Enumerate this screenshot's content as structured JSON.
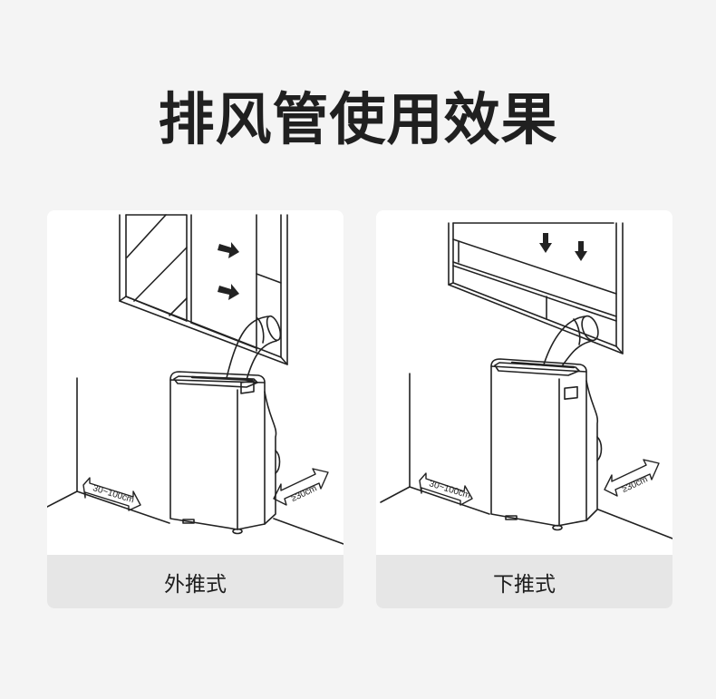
{
  "page": {
    "title": "排风管使用效果",
    "background_color": "#f4f4f4"
  },
  "cards": [
    {
      "caption": "外推式",
      "illustration": "portable-ac-exhaust-window-side-push",
      "airflow_direction": "right",
      "dimensions": {
        "back_clearance": "30~100cm",
        "side_clearance": "≥30cm"
      }
    },
    {
      "caption": "下推式",
      "illustration": "portable-ac-exhaust-window-down-push",
      "airflow_direction": "down",
      "dimensions": {
        "back_clearance": "30~100cm",
        "side_clearance": "≥30cm"
      }
    }
  ],
  "colors": {
    "card_bg": "#ffffff",
    "caption_bg": "#e6e6e6",
    "line": "#222222",
    "title_text": "#202020"
  }
}
